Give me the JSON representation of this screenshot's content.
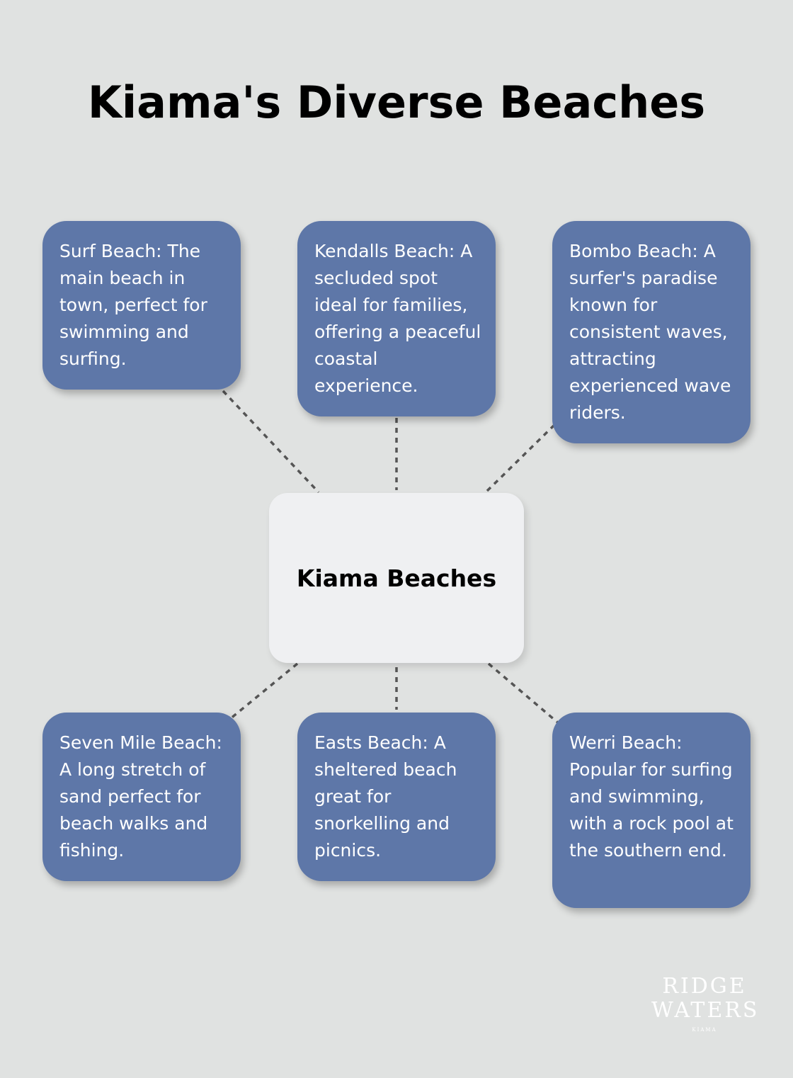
{
  "title": "Kiama's Diverse Beaches",
  "center": "Kiama Beaches",
  "nodes": [
    "Surf Beach: The main beach in town, perfect for swimming and surfing.",
    "Kendalls Beach: A secluded spot ideal for families, offering a peaceful coastal experience.",
    "Bombo Beach: A surfer's paradise known for consistent waves, attracting experienced wave riders.",
    "Seven Mile Beach: A long stretch of sand perfect for beach walks and fishing.",
    "Easts Beach: A sheltered beach great for snorkelling and picnics.",
    "Werri Beach: Popular for surfing and swimming, with a rock pool at the southern end."
  ],
  "logo": {
    "line1": "RIDGE",
    "line2": "WATERS",
    "line3": "KIAMA"
  },
  "colors": {
    "background": "#e0e2e1",
    "node": "#5e77a8",
    "center": "#eff0f2",
    "connector": "#555555"
  }
}
